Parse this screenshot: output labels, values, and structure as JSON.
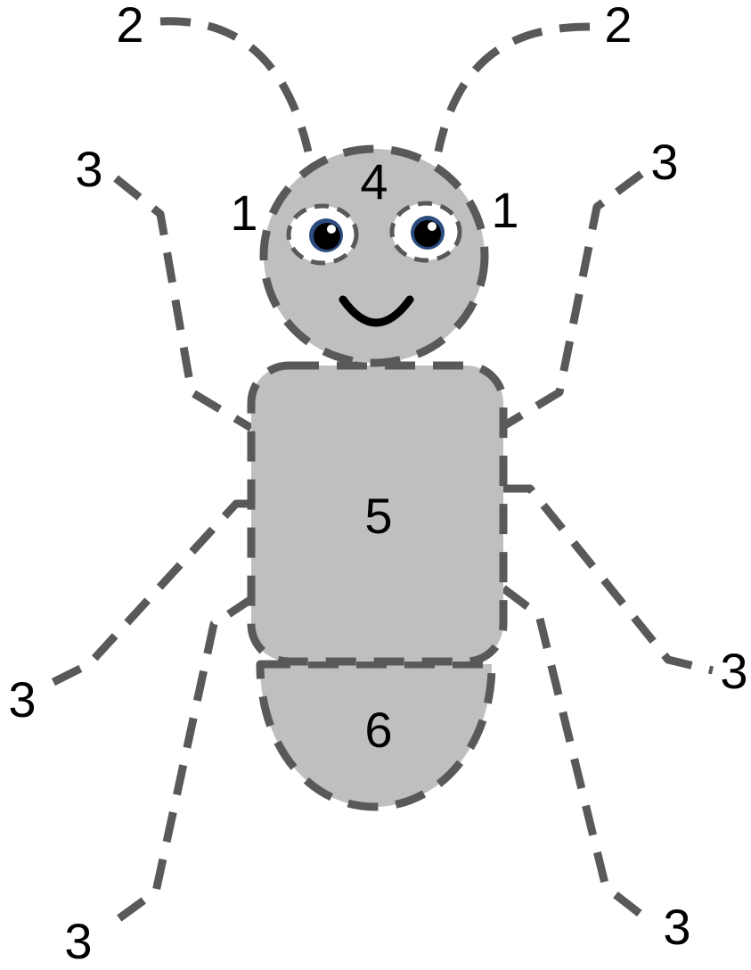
{
  "labels": {
    "eye_left": "1",
    "eye_right": "1",
    "antenna_left": "2",
    "antenna_right": "2",
    "leg_upper_left": "3",
    "leg_upper_right": "3",
    "leg_middle_left": "3",
    "leg_middle_right": "3",
    "leg_lower_left": "3",
    "leg_lower_right": "3",
    "head": "4",
    "thorax": "5",
    "abdomen": "6"
  },
  "colors": {
    "body_fill": "#bfbfbf",
    "dashed_outline": "#595959",
    "iris": "#1f3f73",
    "pupil": "#000000",
    "mouth": "#000000",
    "background": "#ffffff"
  }
}
